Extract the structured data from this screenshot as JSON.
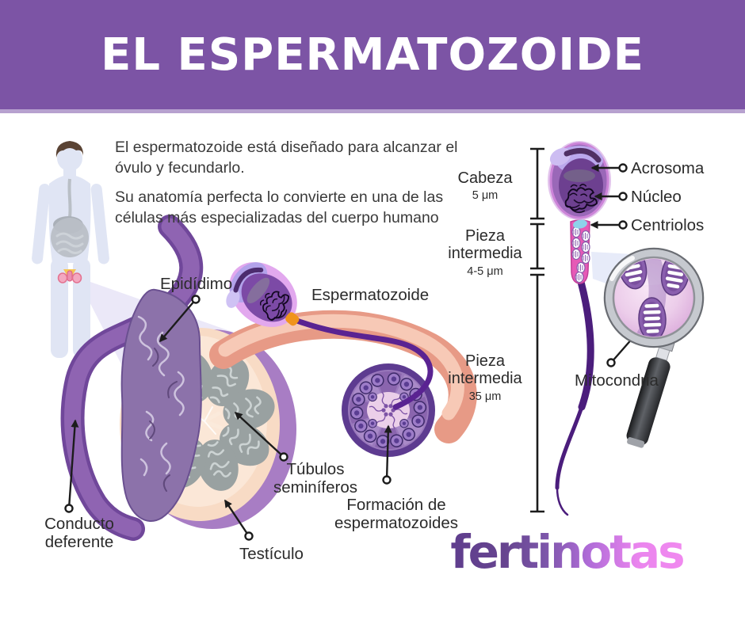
{
  "header": {
    "title": "EL ESPERMATOZOIDE",
    "background": "#7c54a5",
    "strip": "#b7a1cf"
  },
  "intro": {
    "p1_l1": "El espermatozoide está diseñado para alcanzar el",
    "p1_l2": "óvulo y fecundarlo.",
    "p2_l1": "Su anatomía perfecta lo convierte en una de las",
    "p2_l2": "células más especializadas del cuerpo humano"
  },
  "anatomy_labels": {
    "epididimo": "Epidídimo",
    "espermatozoide": "Espermatozoide",
    "tubulos_l1": "Túbulos",
    "tubulos_l2": "seminíferos",
    "formacion_l1": "Formación de",
    "formacion_l2": "espermatozoides",
    "conducto_l1": "Conducto",
    "conducto_l2": "deferente",
    "testiculo": "Testículo"
  },
  "sperm_labels": {
    "acrosoma": "Acrosoma",
    "nucleo": "Núcleo",
    "centriolos": "Centriolos",
    "mitocondria": "Mitocondria"
  },
  "measurements": [
    {
      "name": "Cabeza",
      "value": "5 μm"
    },
    {
      "name": "Pieza intermedia",
      "value": "4-5 μm"
    },
    {
      "name": "Pieza intermedia",
      "value": "35 μm"
    }
  ],
  "icons": {
    "human_figure": "male-body-illustration",
    "magnifier": "magnifying-glass"
  },
  "logo": {
    "ferti": "ferti",
    "notas": "notas",
    "color_start": "#5c3b8e",
    "color_end": "#f48cf0"
  }
}
